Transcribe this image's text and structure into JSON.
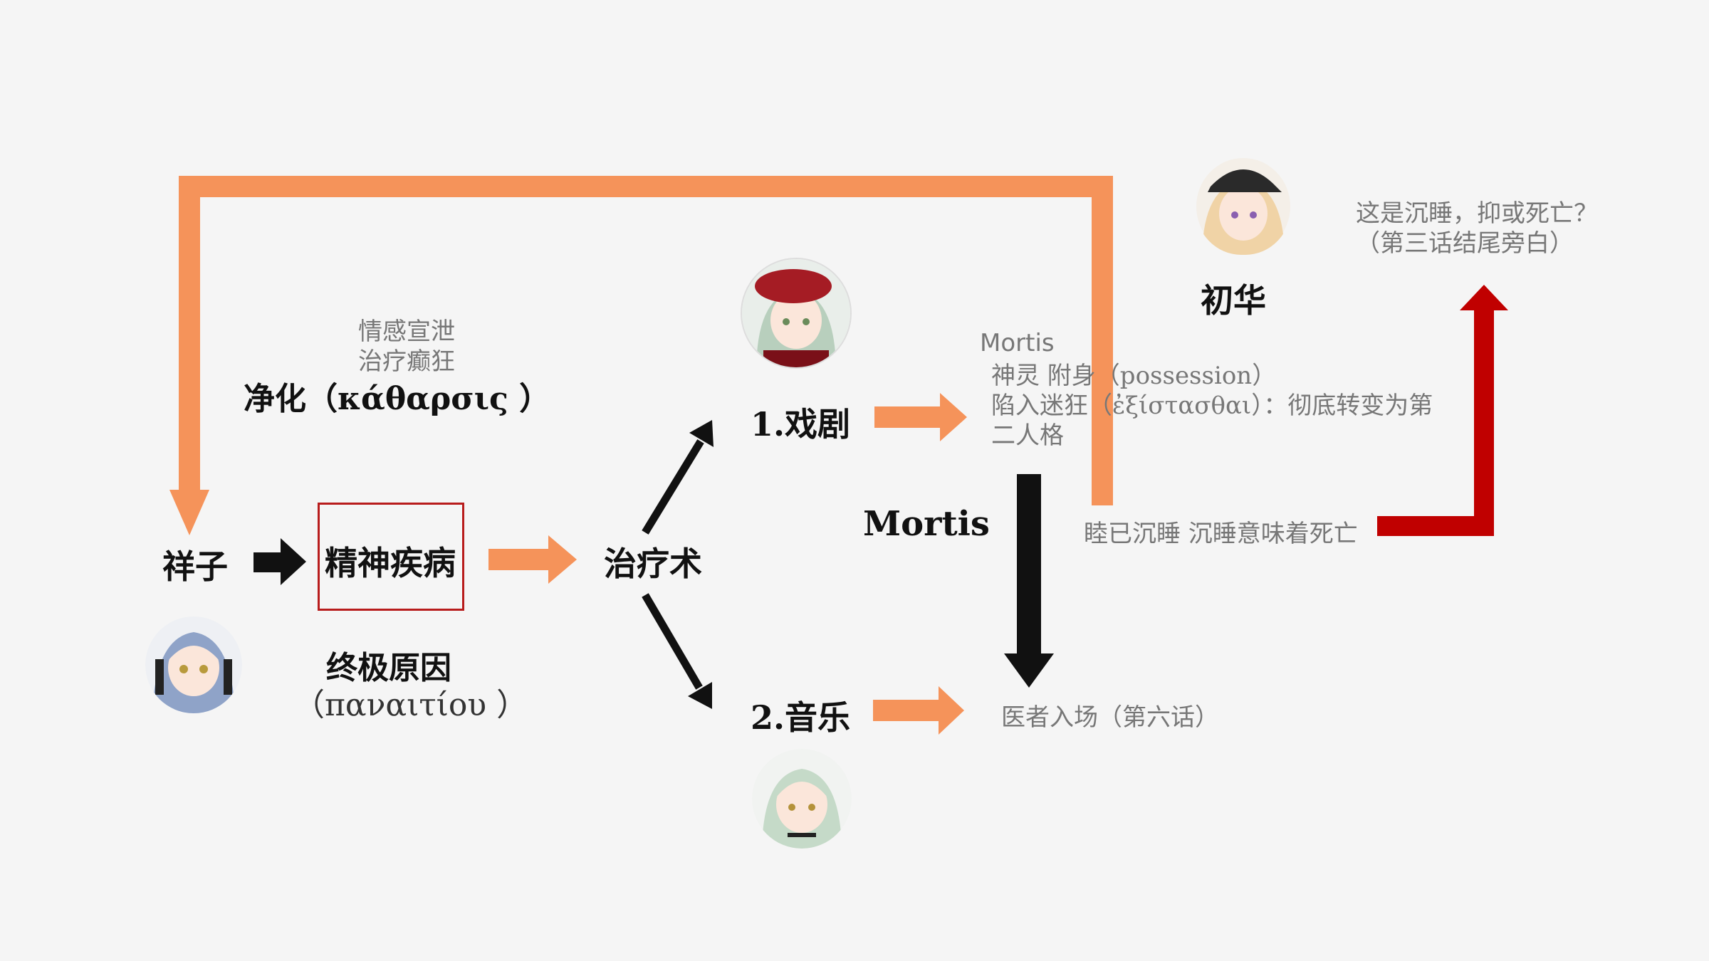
{
  "nodes": {
    "sakiko": "祥子",
    "illness": "精神疾病",
    "treatment": "治疗术",
    "drama": "1.戏剧",
    "music": "2.音乐",
    "mortis_center": "Mortis",
    "uika": "初华"
  },
  "labels": {
    "catharsis_line1": "情感宣泄",
    "catharsis_line2": "治疗癫狂",
    "catharsis_title": "净化（κάθαρσις ）",
    "ultimate_cause_title": "终极原因",
    "ultimate_cause_greek": "（παναιτίου ）",
    "mortis_name": "Mortis",
    "mortis_line1": "神灵  附身（possession）",
    "mortis_line2": "陷入迷狂（ἐξίστασθαι）：彻底转变为第",
    "mortis_line3": "二人格",
    "sleep_death": "睦已沉睡 沉睡意味着死亡",
    "doctor": "医者入场（第六话）",
    "question_line1": "这是沉睡，抑或死亡？",
    "question_line2": "（第三话结尾旁白）"
  },
  "colors": {
    "orange": "#f5935a",
    "red": "#c00000",
    "black": "#111111",
    "gray_text": "#777777"
  },
  "avatars": [
    "sakiko-avatar",
    "mortis-beret-avatar",
    "mutsumi-avatar",
    "uika-cap-avatar"
  ]
}
